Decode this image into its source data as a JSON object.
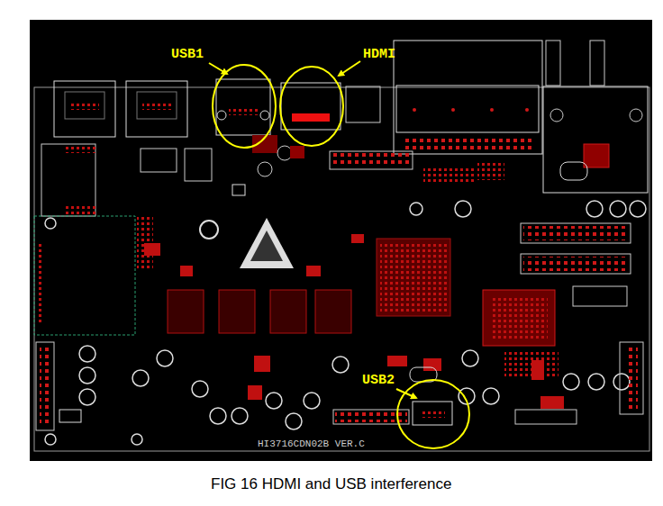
{
  "diagram": {
    "caption": "FIG 16 HDMI and USB interference",
    "labels": [
      "USB1",
      "HDMI",
      "USB2",
      "HI3716CDN02B VER.C"
    ]
  }
}
